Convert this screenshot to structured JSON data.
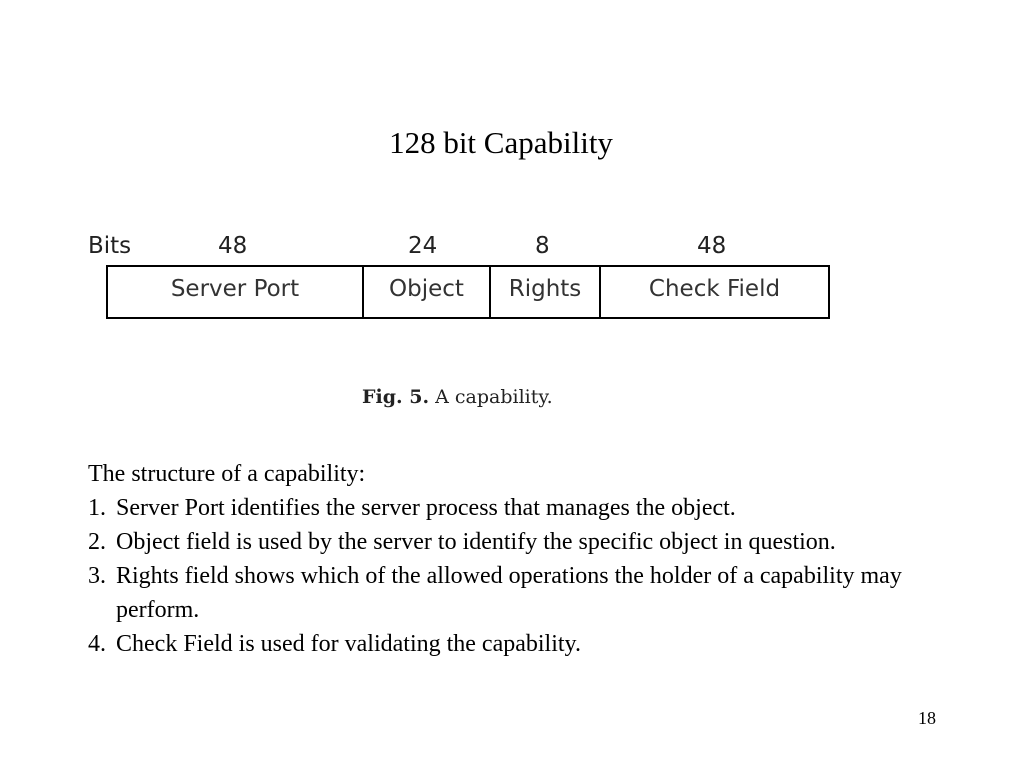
{
  "slide": {
    "title": "128 bit Capability",
    "page_number": "18"
  },
  "figure": {
    "bits_label": "Bits",
    "fields": [
      {
        "bits": "48",
        "label": "Server Port"
      },
      {
        "bits": "24",
        "label": "Object"
      },
      {
        "bits": "8",
        "label": "Rights"
      },
      {
        "bits": "48",
        "label": "Check Field"
      }
    ],
    "caption_label": "Fig.  5.",
    "caption_text": "A capability."
  },
  "body": {
    "intro": "The structure of a capability:",
    "items": [
      {
        "num": "1.",
        "text": "Server Port identifies the server process that manages the object."
      },
      {
        "num": "2.",
        "text": "Object field is used by the server to identify the specific object in question."
      },
      {
        "num": "3.",
        "text": "Rights field shows which of the allowed operations the holder of a capability may perform."
      },
      {
        "num": "4.",
        "text": "Check Field is used for validating the capability."
      }
    ]
  }
}
